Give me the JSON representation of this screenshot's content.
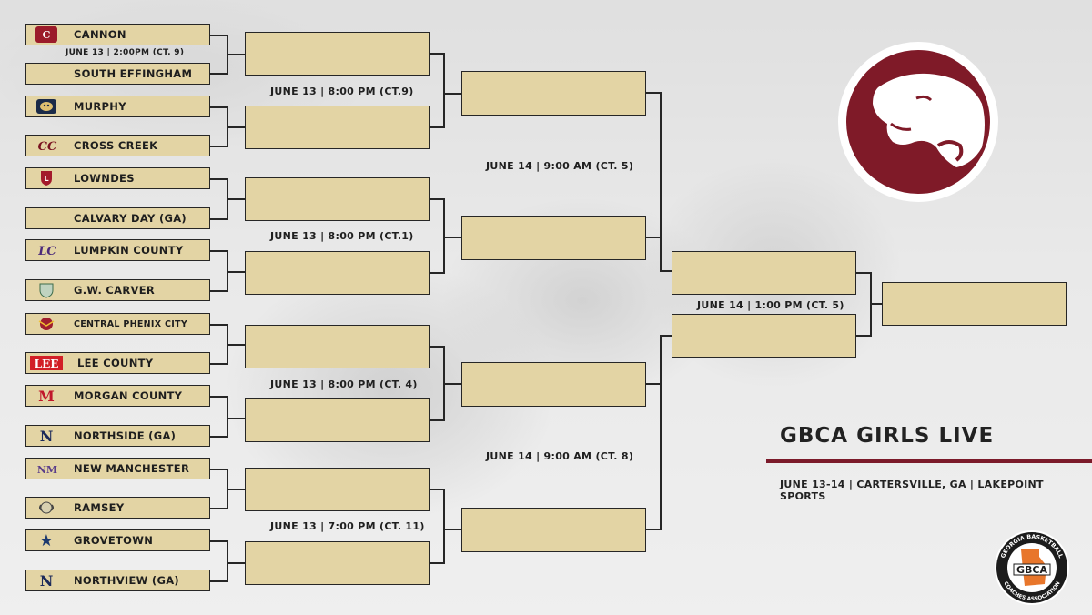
{
  "event": {
    "title": "GBCA GIRLS LIVE",
    "subtitle": "JUNE 13-14 | CARTERSVILLE, GA | LAKEPOINT SPORTS"
  },
  "teams": [
    {
      "name": "CANNON",
      "icon": "cannon-logo"
    },
    {
      "name": "SOUTH EFFINGHAM",
      "icon": ""
    },
    {
      "name": "MURPHY",
      "icon": "panther-logo"
    },
    {
      "name": "CROSS CREEK",
      "icon": "cc-logo"
    },
    {
      "name": "LOWNDES",
      "icon": "shield-logo"
    },
    {
      "name": "CALVARY DAY (GA)",
      "icon": ""
    },
    {
      "name": "LUMPKIN COUNTY",
      "icon": "lc-logo"
    },
    {
      "name": "G.W. CARVER",
      "icon": "carver-logo"
    },
    {
      "name": "CENTRAL PHENIX CITY",
      "icon": "phoenix-logo"
    },
    {
      "name": "LEE COUNTY",
      "icon": "lee-logo"
    },
    {
      "name": "MORGAN COUNTY",
      "icon": "m-logo"
    },
    {
      "name": "NORTHSIDE (GA)",
      "icon": "n-logo"
    },
    {
      "name": "NEW MANCHESTER",
      "icon": "nm-logo"
    },
    {
      "name": "RAMSEY",
      "icon": "ram-logo"
    },
    {
      "name": "GROVETOWN",
      "icon": "star-logo"
    },
    {
      "name": "NORTHVIEW (GA)",
      "icon": "n-logo"
    }
  ],
  "games": {
    "g0": "JUNE 13 | 2:00PM (CT. 9)",
    "r1a": "JUNE 13 | 8:00 PM (CT.9)",
    "r1b": "JUNE 13 | 8:00 PM (CT.1)",
    "r1c": "JUNE 13 | 8:00 PM (CT. 4)",
    "r1d": "JUNE 13 | 7:00 PM (CT. 11)",
    "r2a": "JUNE 14 | 9:00 AM (CT. 5)",
    "r2b": "JUNE 14 | 9:00 AM (CT. 8)",
    "final": "JUNE 14 | 1:00 PM (CT. 5)"
  },
  "logo": {
    "org_text": "GBCA",
    "ring_top": "GEORGIA BASKETBALL",
    "ring_bottom": "COACHES ASSOCIATION"
  },
  "colors": {
    "slot": "#e3d4a4",
    "line": "#262626",
    "accent": "#7b1a2a"
  }
}
